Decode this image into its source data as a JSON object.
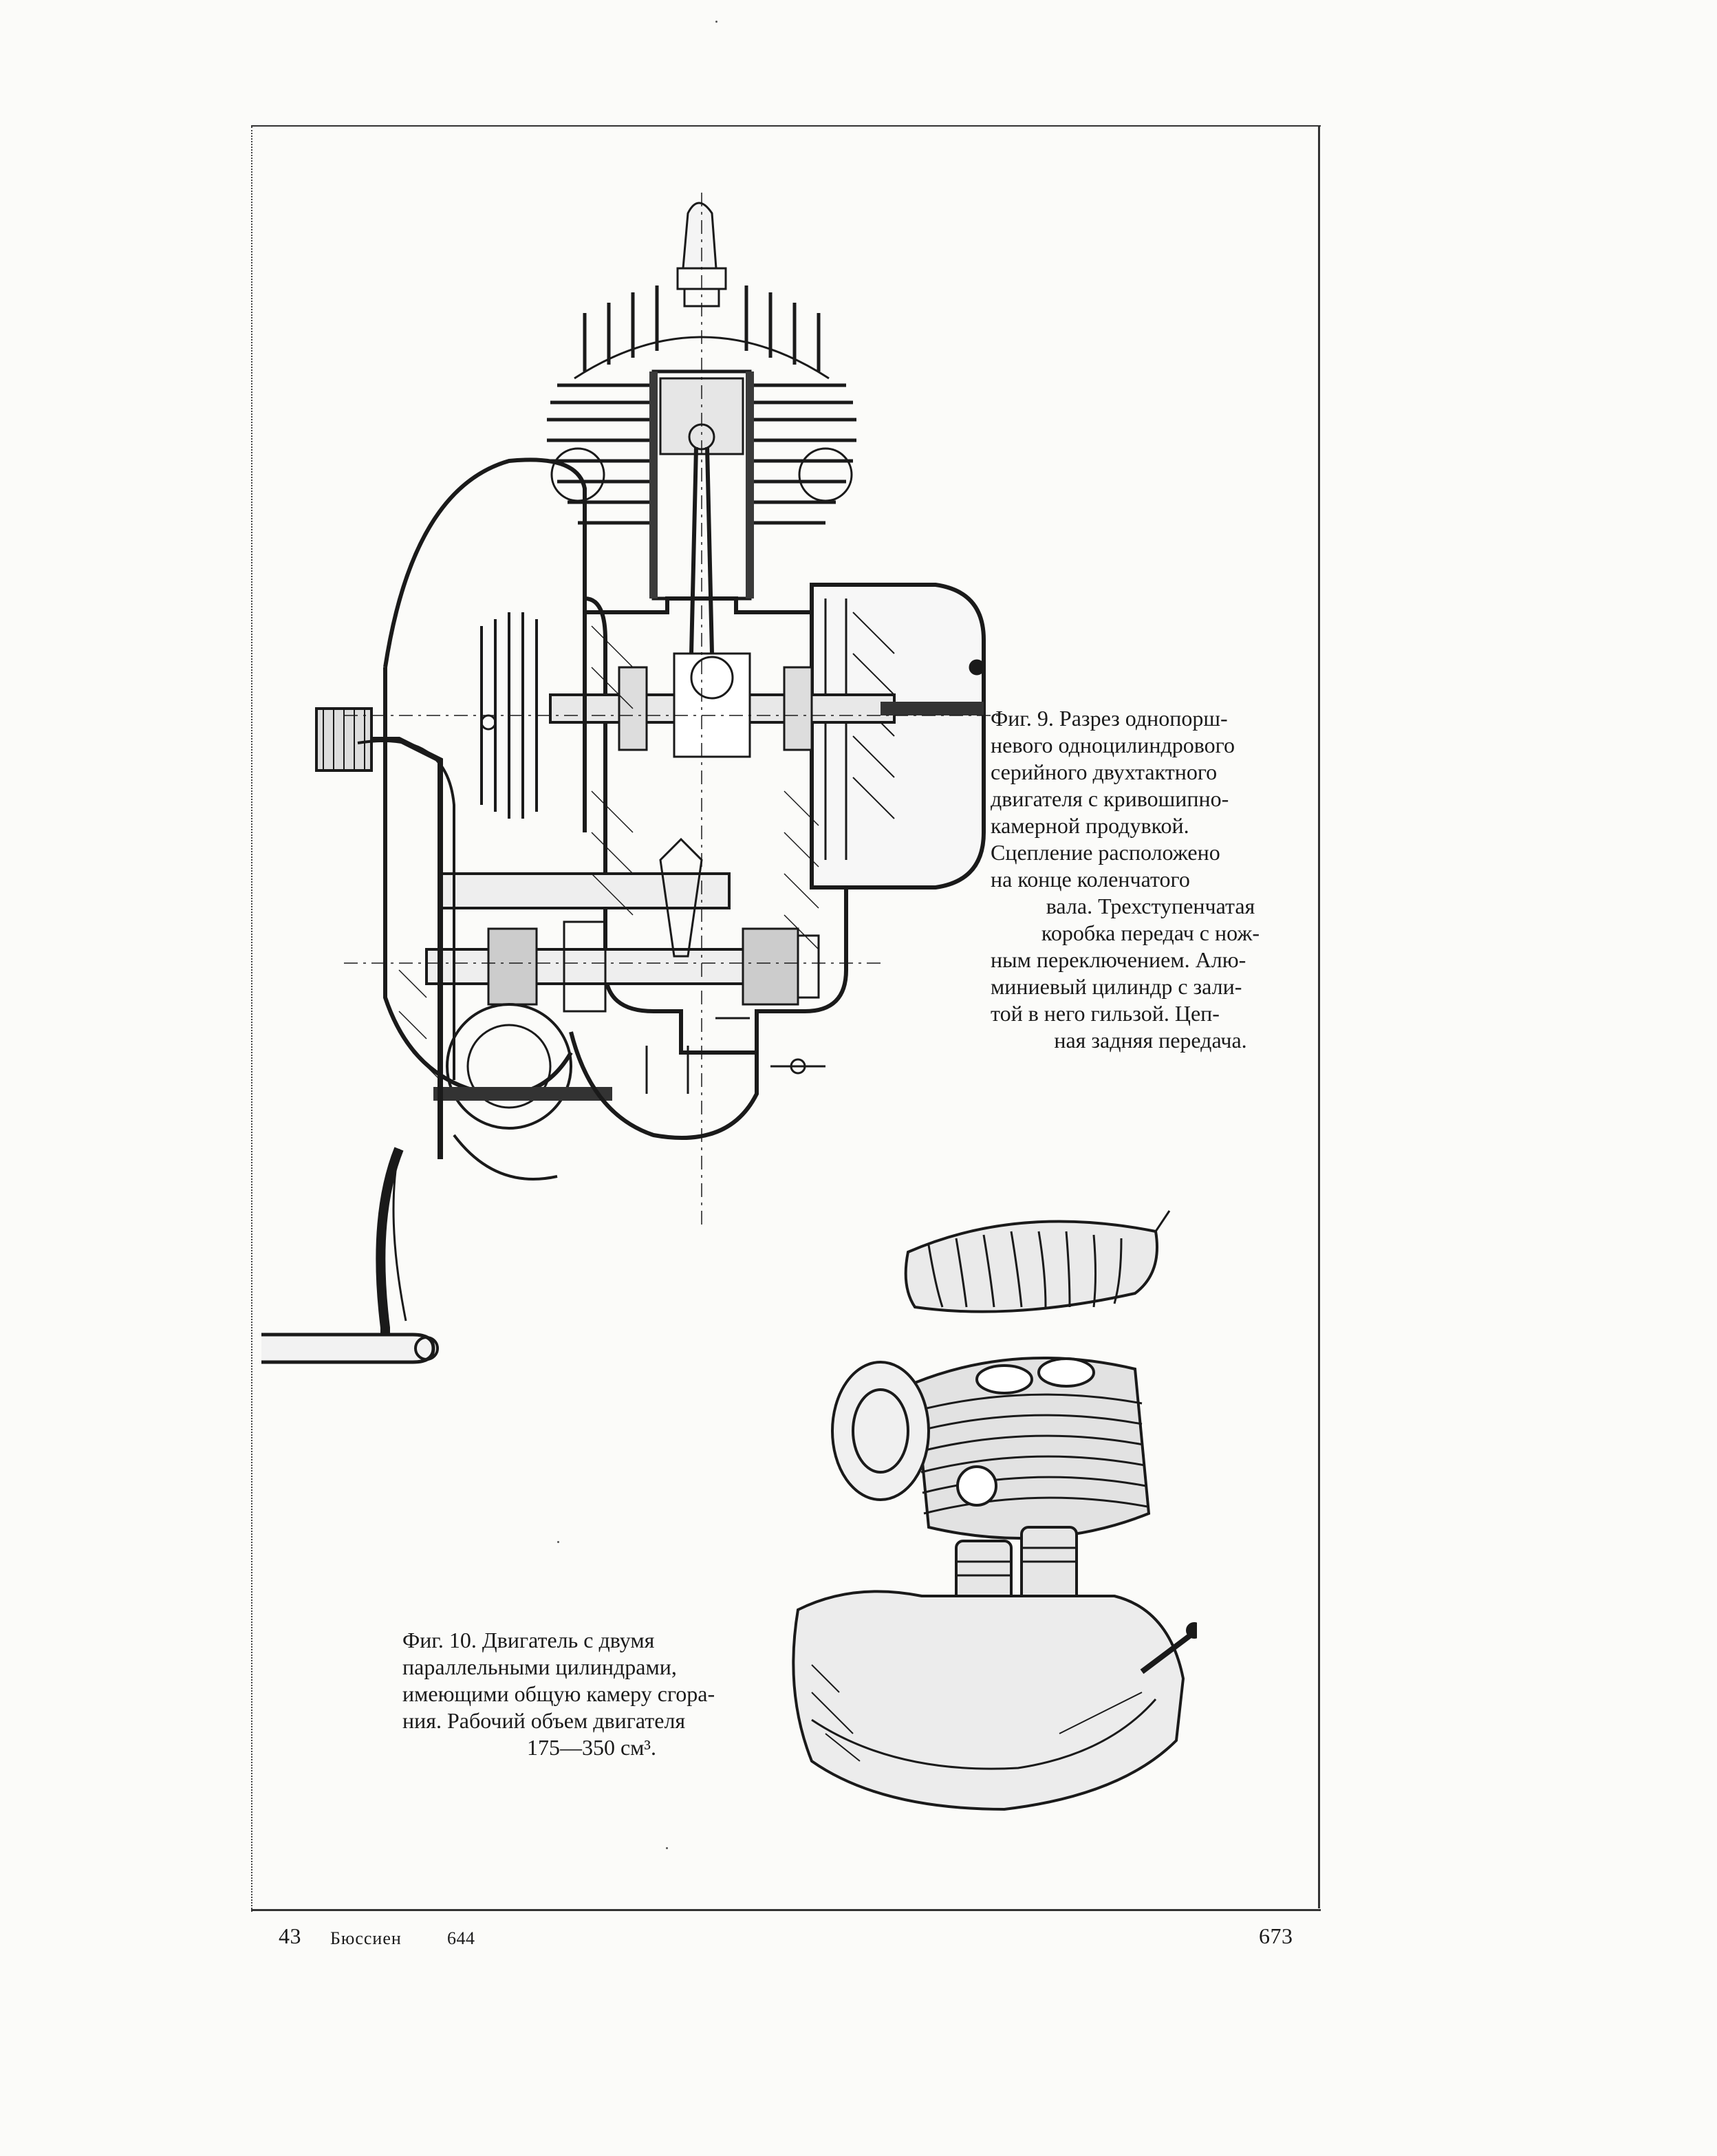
{
  "figure_9": {
    "caption_lines": [
      "Фиг. 9. Разрез однопорш-",
      "невого одноцилиндрового",
      "серийного двухтактного",
      "двигателя с кривошипно-",
      "камерной продувкой.",
      "Сцепление расположено",
      "на конце коленчатого",
      "вала. Трехступенчатая",
      "коробка передач с нож-",
      "ным переключением. Алю-",
      "миниевый цилиндр с зали-",
      "той в него гильзой. Цеп-",
      "ная задняя передача."
    ]
  },
  "figure_10": {
    "caption_lines": [
      "Фиг. 10. Двигатель с двумя",
      "параллельными цилиндрами,",
      "имеющими общую камеру сгора-",
      "ния. Рабочий объем двигателя",
      "175—350 см³."
    ]
  },
  "footer": {
    "page_left": "43",
    "author": "Бюссиен",
    "code": "644",
    "page_right": "673"
  }
}
